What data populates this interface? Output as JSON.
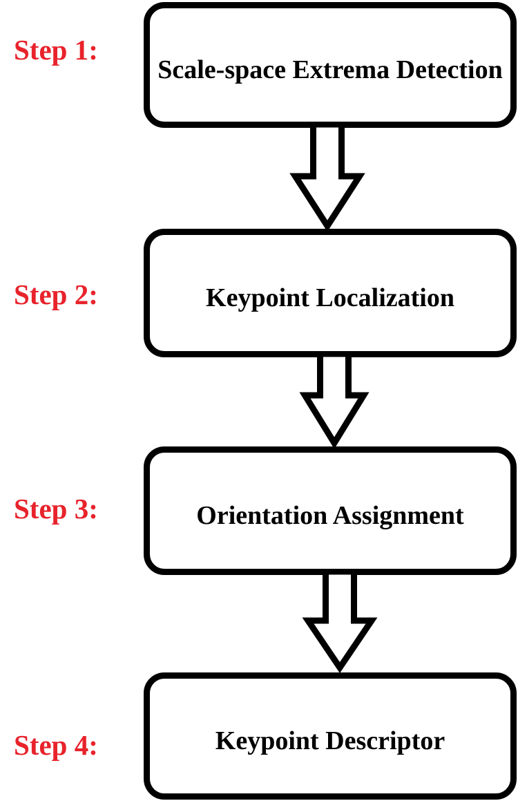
{
  "colors": {
    "label_red": "#e8232b",
    "line_black": "#000000",
    "box_text": "#000000",
    "page_bg": "#ffffff"
  },
  "steps": [
    {
      "label": "Step 1:",
      "title": "Scale-space Extrema Detection"
    },
    {
      "label": "Step 2:",
      "title": "Keypoint Localization"
    },
    {
      "label": "Step 3:",
      "title": "Orientation Assignment"
    },
    {
      "label": "Step 4:",
      "title": "Keypoint Descriptor"
    }
  ],
  "arrows": [
    {
      "name": "down-arrow-1",
      "direction": "down"
    },
    {
      "name": "down-arrow-2",
      "direction": "down"
    },
    {
      "name": "down-arrow-3",
      "direction": "down"
    }
  ]
}
